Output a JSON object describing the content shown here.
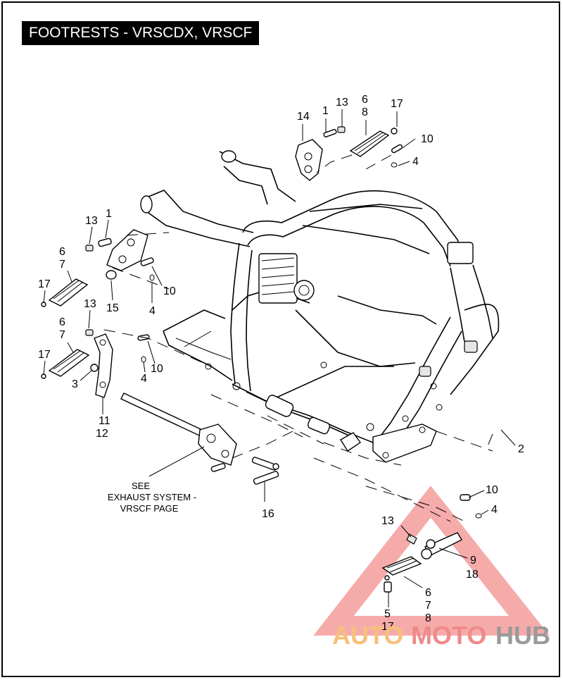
{
  "title": "FOOTRESTS - VRSCDX, VRSCF",
  "callouts": {
    "top_14": "14",
    "top_1": "1",
    "top_13": "13",
    "top_6": "6",
    "top_8": "8",
    "top_17": "17",
    "top_10": "10",
    "top_4": "4",
    "left_13": "13",
    "left_1": "1",
    "left_6": "6",
    "left_7": "7",
    "left_17": "17",
    "left_15": "15",
    "left_10": "10",
    "left_4": "4",
    "lower_13": "13",
    "lower_6": "6",
    "lower_7": "7",
    "lower_17": "17",
    "lower_3": "3",
    "lower_4": "4",
    "lower_10": "10",
    "lower_11": "11",
    "lower_12": "12",
    "right_2": "2",
    "right_16": "16",
    "br_10": "10",
    "br_4": "4",
    "br_13": "13",
    "br_9": "9",
    "br_18": "18",
    "br_6": "6",
    "br_7": "7",
    "br_8": "8",
    "br_5": "5",
    "br_17": "17"
  },
  "see_note": {
    "line1": "SEE",
    "line2": "EXHAUST SYSTEM -",
    "line3": "VRSCF PAGE"
  },
  "watermark": {
    "part1": "AUTO",
    "part2": "MOTO",
    "part3": "HUB",
    "color1": "#f6c07a",
    "color2": "#f08a8a",
    "color3": "#9a9a9a",
    "triangle_color": "#ee6666"
  }
}
